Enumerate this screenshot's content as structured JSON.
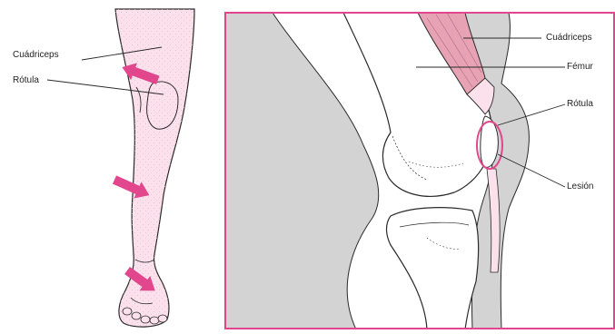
{
  "colors": {
    "skin": "#fbe1ec",
    "skin_dots": "#e7b9cc",
    "muscle": "#e7a3b4",
    "arrow": "#e2478e",
    "panel_border": "#e2478e",
    "tissue_gray": "#d3d3d3",
    "bone": "#ffffff",
    "outline": "#2a2a2a",
    "lesion_circle": "#e2478e"
  },
  "left_figure": {
    "labels": {
      "quadriceps": "Cuádriceps",
      "patella": "Rótula"
    },
    "arrows": [
      "arrow-upper",
      "arrow-middle",
      "arrow-lower"
    ]
  },
  "right_figure": {
    "labels": {
      "quadriceps": "Cuádriceps",
      "femur": "Fémur",
      "patella": "Rótula",
      "lesion": "Lesión"
    }
  }
}
